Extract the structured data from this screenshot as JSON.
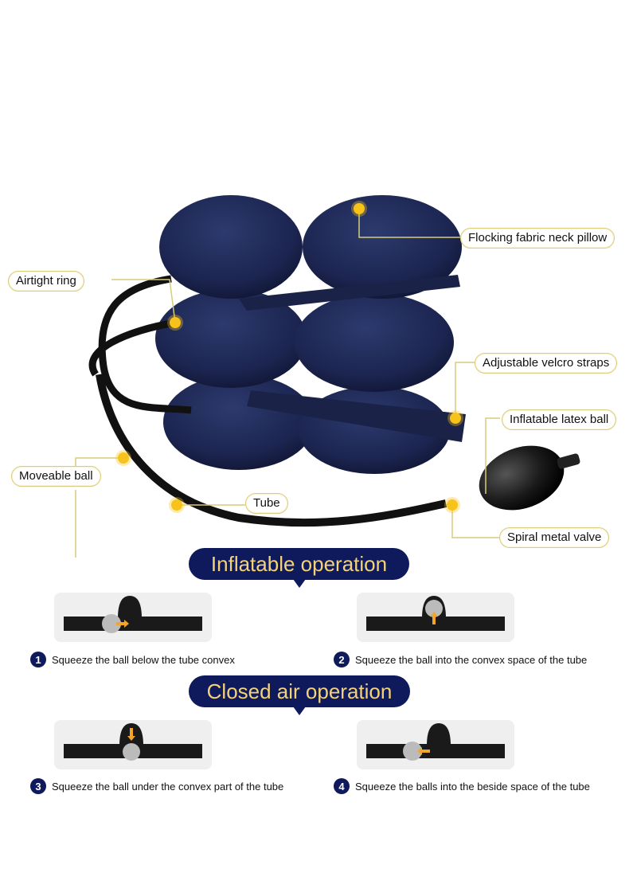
{
  "callouts": {
    "flocking": "Flocking fabric neck pillow",
    "airtight": "Airtight ring",
    "velcro": "Adjustable velcro straps",
    "latex_ball": "Inflatable latex ball",
    "moveable_ball": "Moveable ball",
    "tube": "Tube",
    "valve": "Spiral metal valve"
  },
  "sections": {
    "inflatable": "Inflatable operation",
    "closed": "Closed air operation"
  },
  "steps": [
    {
      "number": "1",
      "text": "Squeeze the ball below the tube convex",
      "arrow": "right"
    },
    {
      "number": "2",
      "text": "Squeeze the ball into the convex space of the tube",
      "arrow": "up"
    },
    {
      "number": "3",
      "text": "Squeeze the ball under the convex part of the tube",
      "arrow": "down"
    },
    {
      "number": "4",
      "text": "Squeeze the balls into the beside space of the tube",
      "arrow": "left"
    }
  ],
  "colors": {
    "pillow": "#1e2a55",
    "accent_dot": "#f7c21a",
    "banner_bg": "#0f1a5c",
    "banner_text": "#f3d27a",
    "callout_border": "#d9cc7a"
  }
}
